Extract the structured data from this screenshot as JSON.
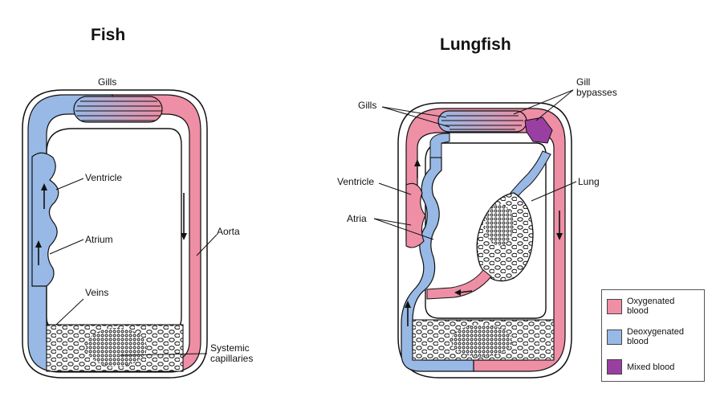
{
  "fish": {
    "title": "Fish",
    "labels": {
      "gills": "Gills",
      "ventricle": "Ventricle",
      "atrium": "Atrium",
      "aorta": "Aorta",
      "veins": "Veins",
      "capillaries": "Systemic\ncapillaries"
    }
  },
  "lungfish": {
    "title": "Lungfish",
    "labels": {
      "gills": "Gills",
      "gill_bypasses": "Gill\nbypasses",
      "ventricle": "Ventricle",
      "atria": "Atria",
      "lung": "Lung"
    }
  },
  "legend": {
    "items": [
      {
        "label": "Oxygenated\nblood",
        "color": "#ee8fa6"
      },
      {
        "label": "Deoxygenated\nblood",
        "color": "#98b9e6"
      },
      {
        "label": "Mixed blood",
        "color": "#9a3fa2"
      }
    ]
  },
  "colors": {
    "oxygenated": "#ee8fa6",
    "deoxygenated": "#98b9e6",
    "mixed": "#9a3fa2",
    "outline": "#111111"
  }
}
